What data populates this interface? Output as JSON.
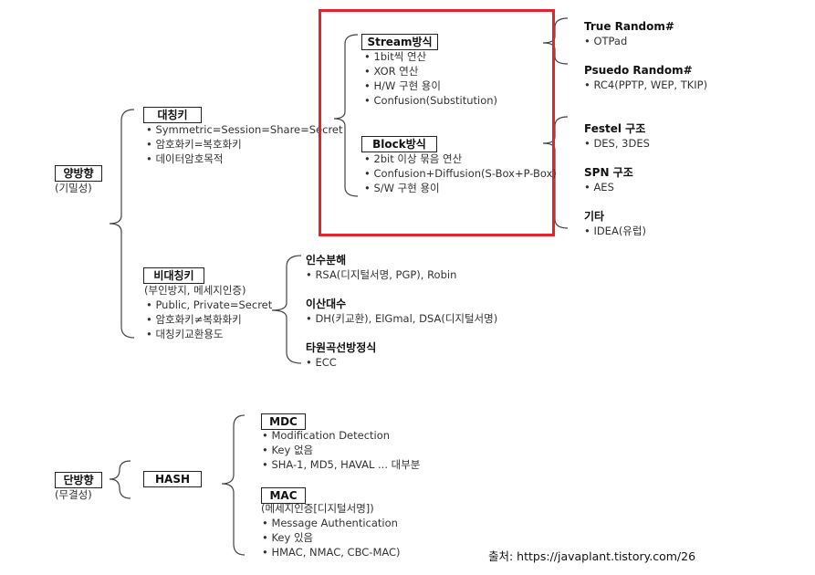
{
  "bidirectional": {
    "label": "양방향",
    "sub": "(기밀성)",
    "symmetric": {
      "label": "대칭키",
      "items": [
        "• Symmetric=Session=Share=Secret",
        "• 암호화키=복호화키",
        "• 데이터암호목적"
      ],
      "stream": {
        "label": "Stream방식",
        "items": [
          "• 1bit씩 연산",
          "• XOR 연산",
          "• H/W 구현 용이",
          "• Confusion(Substitution)"
        ],
        "types": [
          {
            "title": "True Random#",
            "item": "• OTPad"
          },
          {
            "title": "Psuedo Random#",
            "item": "• RC4(PPTP, WEP, TKIP)"
          }
        ]
      },
      "block": {
        "label": "Block방식",
        "items": [
          "• 2bit 이상 묶음 연산",
          "• Confusion+Diffusion(S-Box+P-Box)",
          "• S/W 구현 용이"
        ],
        "types": [
          {
            "title": "Festel 구조",
            "item": "• DES, 3DES"
          },
          {
            "title": "SPN 구조",
            "item": "• AES"
          },
          {
            "title": "기타",
            "item": "• IDEA(유럽)"
          }
        ]
      }
    },
    "asymmetric": {
      "label": "비대칭키",
      "sub": "(부인방지, 메세지인증)",
      "items": [
        "• Public, Private=Secret",
        "• 암호화키≠복화화키",
        "• 대칭키교환용도"
      ],
      "types": [
        {
          "title": "인수분해",
          "item": "• RSA(디지털서명, PGP), Robin"
        },
        {
          "title": "이산대수",
          "item": "• DH(키교환), ElGmal, DSA(디지털서명)"
        },
        {
          "title": "타원곡선방정식",
          "item": "• ECC"
        }
      ]
    }
  },
  "unidirectional": {
    "label": "단방향",
    "sub": "(무결성)",
    "hash": {
      "label": "HASH",
      "mdc": {
        "label": "MDC",
        "items": [
          "• Modification Detection",
          "• Key 없음",
          "• SHA-1, MD5, HAVAL ... 대부분"
        ]
      },
      "mac": {
        "label": "MAC",
        "sub": "(메세지인증[디지털서명])",
        "items": [
          "• Message Authentication",
          "• Key 있음",
          "• HMAC, NMAC, CBC-MAC)"
        ]
      }
    }
  },
  "source": "출처: https://javaplant.tistory.com/26",
  "colors": {
    "highlight": "#e8212b"
  }
}
